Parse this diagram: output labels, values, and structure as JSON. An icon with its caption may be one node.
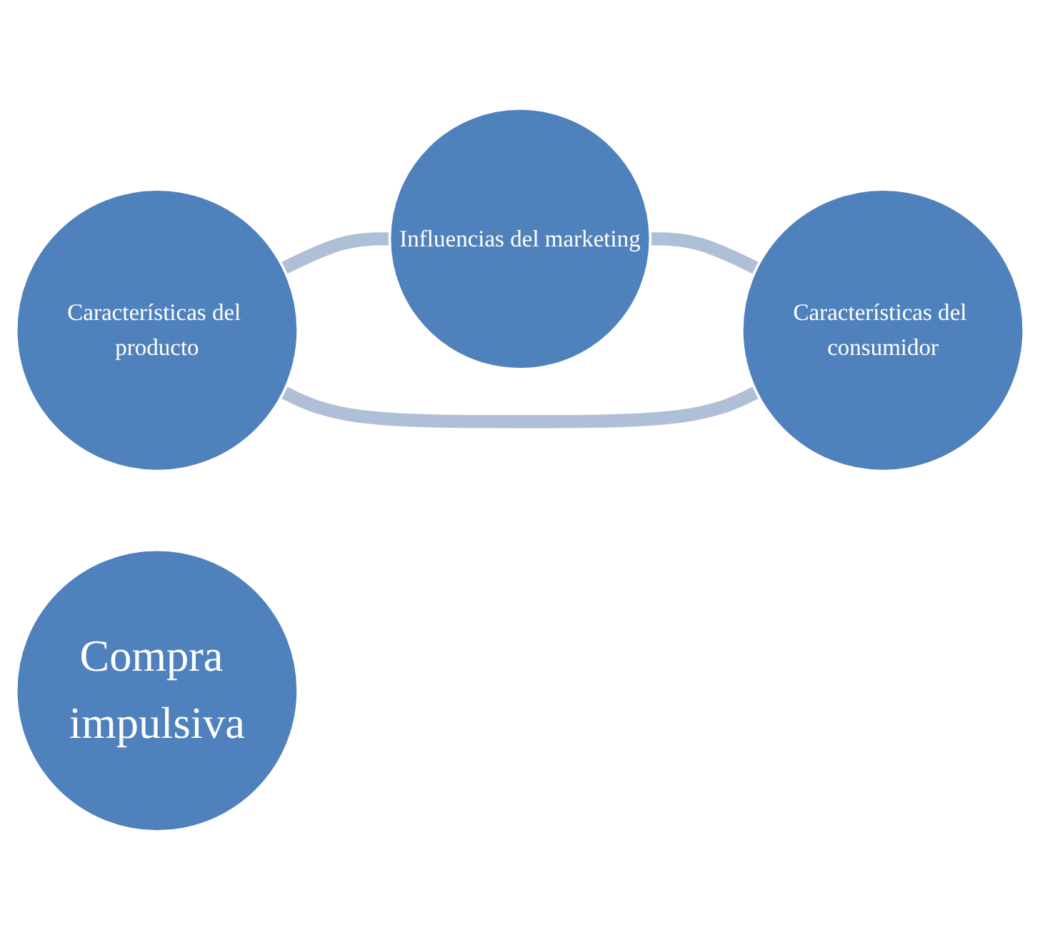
{
  "diagram": {
    "nodes": [
      {
        "text": [
          "Características del producto"
        ]
      },
      {
        "text": [
          "Influencias del marketing"
        ]
      },
      {
        "text": [
          "Compra impulsiva"
        ]
      },
      {
        "text": [
          "Características del consumidor"
        ]
      }
    ],
    "edges": [
      {
        "from": 0,
        "to": 1,
        "arrow": "none"
      },
      {
        "from": 1,
        "to": 3,
        "arrow": "none"
      },
      {
        "from": 3,
        "to": 0,
        "arrow": "none"
      }
    ]
  }
}
